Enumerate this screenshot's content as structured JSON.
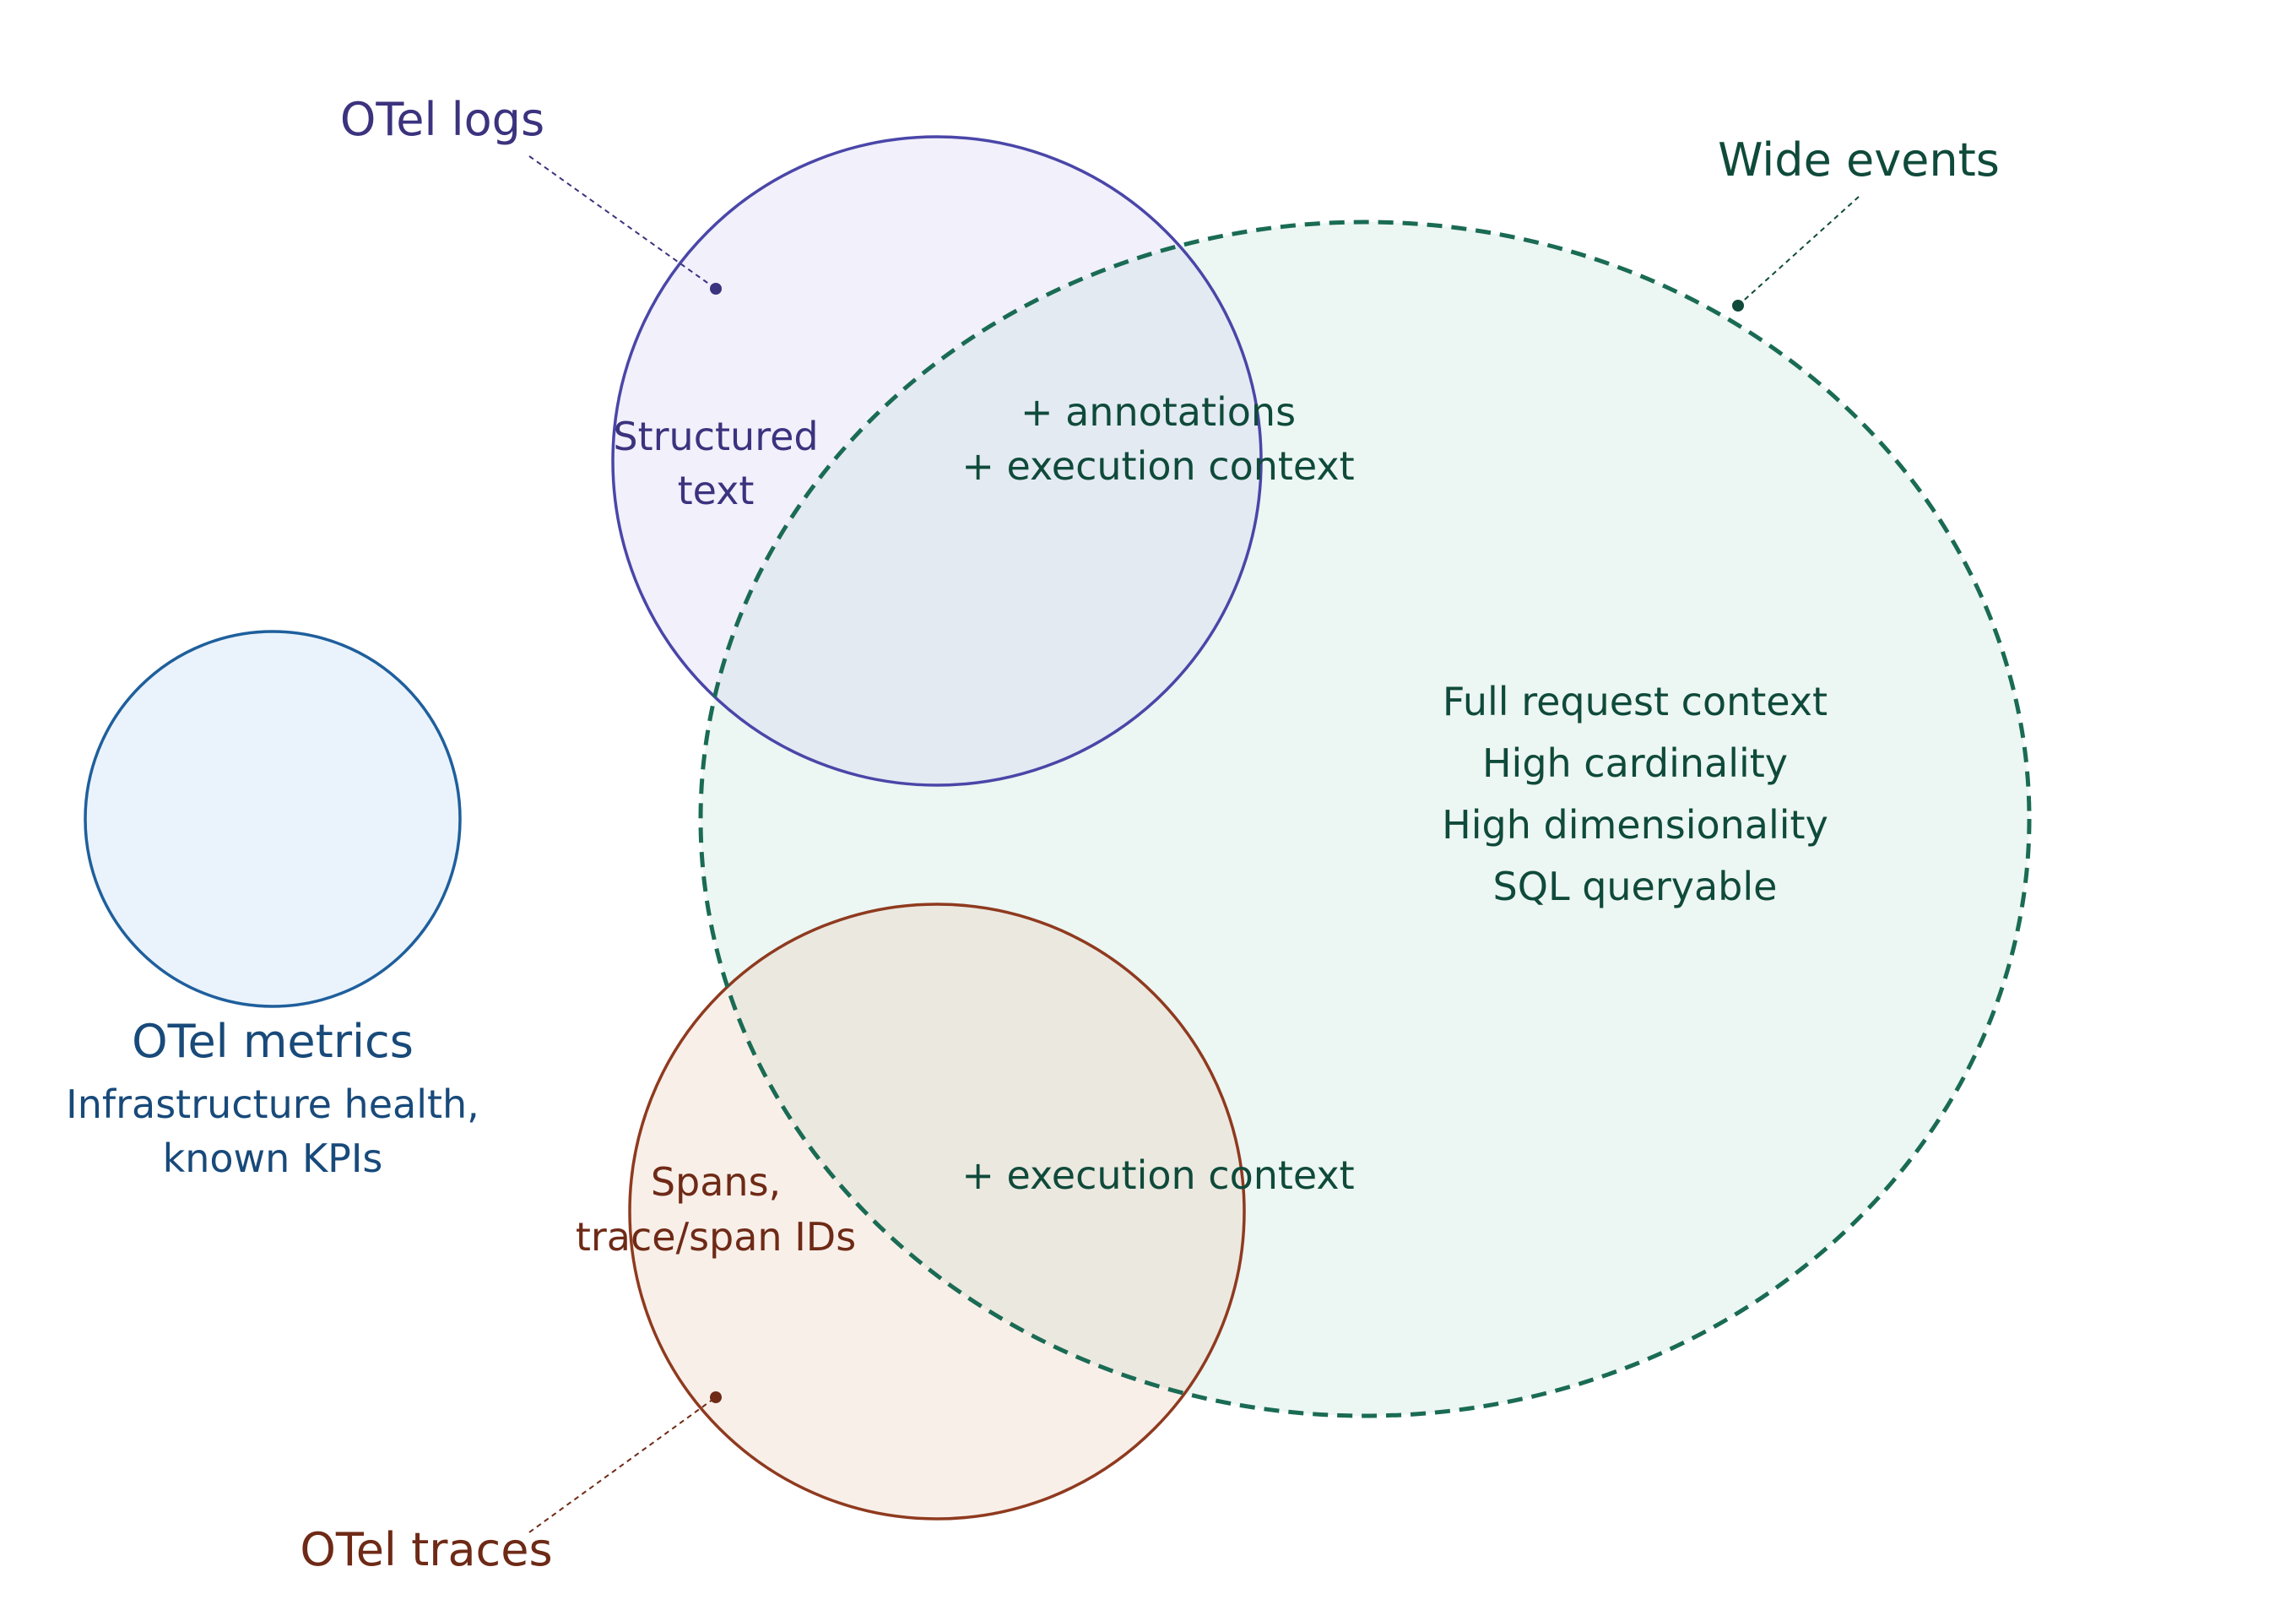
{
  "colors": {
    "logs_stroke": "#4a46a8",
    "logs_fill": "#f1f0fb",
    "logs_text": "#3b337e",
    "wide_stroke": "#1a6b54",
    "wide_fill": "#ecf6f2",
    "wide_text": "#0f4a3a",
    "overlap_logs_wide": "#e3eaf2",
    "overlap_traces_wide": "#ebe8e0",
    "metrics_stroke": "#1f5f9c",
    "metrics_fill": "#eaf3fc",
    "metrics_text": "#184a7a",
    "traces_stroke": "#8f3a1f",
    "traces_fill": "#f9efe9",
    "traces_text": "#6e2a16"
  },
  "logs": {
    "title": "OTel logs",
    "desc_line1": "Structured",
    "desc_line2": "text"
  },
  "wide_events": {
    "title": "Wide events",
    "features": [
      "Full request context",
      "High cardinality",
      "High dimensionality",
      "SQL queryable"
    ]
  },
  "logs_overlap": {
    "line1": "+ annotations",
    "line2": "+ execution context"
  },
  "traces_overlap": {
    "line1": "+ execution context"
  },
  "metrics": {
    "title": "OTel metrics",
    "desc_line1": "Infrastructure health,",
    "desc_line2": "known KPIs"
  },
  "traces": {
    "title": "OTel traces",
    "desc_line1": "Spans,",
    "desc_line2": "trace/span IDs"
  }
}
